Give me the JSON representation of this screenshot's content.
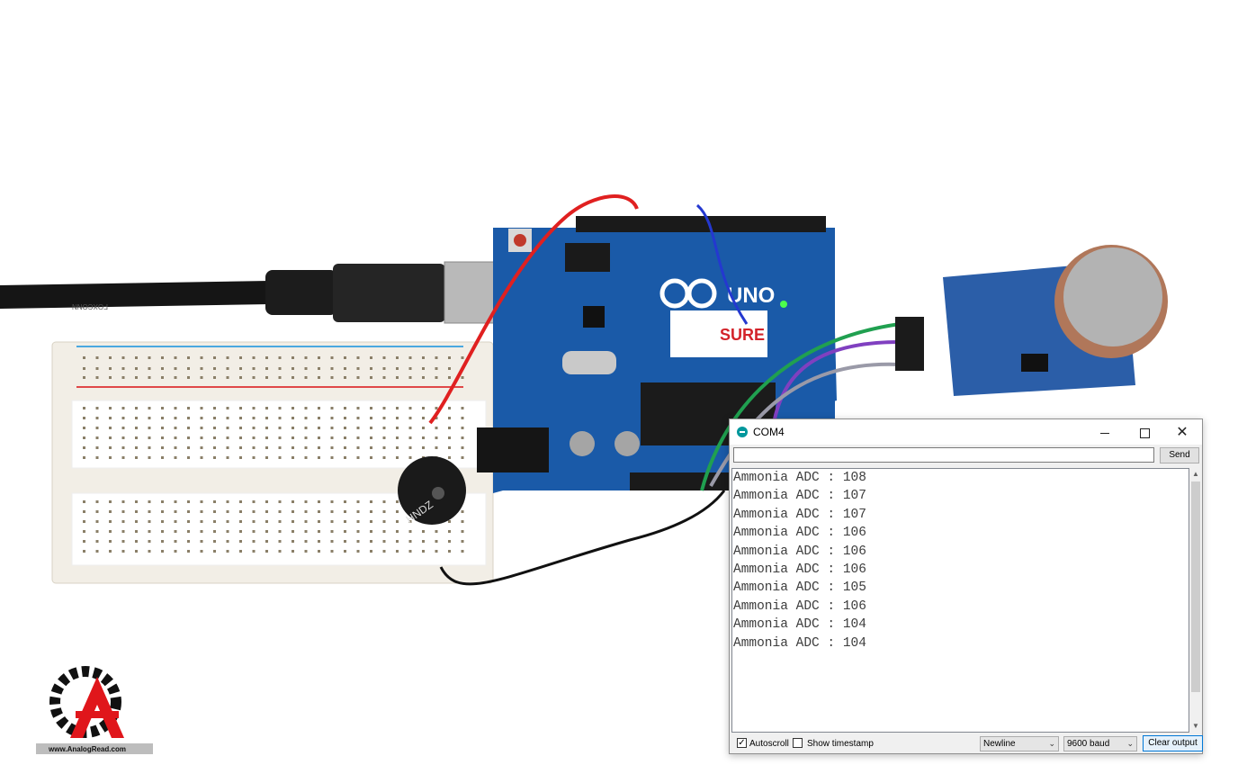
{
  "photo": {
    "logo_text": "www.AnalogRead.com",
    "usb_cable_print": "FOXCONN",
    "board_label": "UNO",
    "buzzer_label": "HNDZ"
  },
  "serial_monitor": {
    "title": "COM4",
    "input_value": "",
    "send_label": "Send",
    "output_lines": [
      "Ammonia ADC : 108",
      "Ammonia ADC : 107",
      "Ammonia ADC : 107",
      "Ammonia ADC : 106",
      "Ammonia ADC : 106",
      "Ammonia ADC : 106",
      "Ammonia ADC : 105",
      "Ammonia ADC : 106",
      "Ammonia ADC : 104",
      "Ammonia ADC : 104"
    ],
    "autoscroll_label": "Autoscroll",
    "autoscroll_checked": true,
    "timestamp_label": "Show timestamp",
    "timestamp_checked": false,
    "line_ending": "Newline",
    "baud_rate": "9600 baud",
    "clear_label": "Clear output"
  },
  "colors": {
    "board_blue": "#1a5aa8",
    "breadboard": "#f2eee6",
    "sensor_blue": "#2b5ea8",
    "logo_red": "#e0161b"
  }
}
